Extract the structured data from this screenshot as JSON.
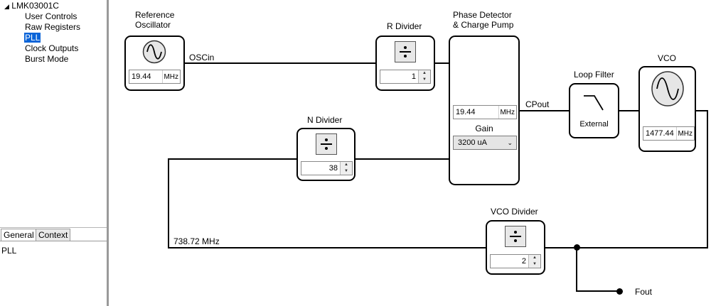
{
  "tree": {
    "root": "LMK03001C",
    "items": [
      "User Controls",
      "Raw Registers",
      "PLL",
      "Clock Outputs",
      "Burst Mode"
    ],
    "selected": "PLL"
  },
  "panel_tabs": [
    "General",
    "Context"
  ],
  "context_text": "PLL",
  "blocks": {
    "ref_osc": {
      "title": "Reference\nOscillator",
      "value": "19.44",
      "unit": "MHz"
    },
    "r_div": {
      "title": "R Divider",
      "value": "1"
    },
    "pd": {
      "title": "Phase Detector\n& Charge Pump",
      "value": "19.44",
      "unit": "MHz",
      "gain_label": "Gain",
      "gain_value": "3200 uA"
    },
    "loop_filter": {
      "title": "Loop Filter",
      "text": "External"
    },
    "vco": {
      "title": "VCO",
      "value": "1477.44",
      "unit": "MHz"
    },
    "n_div": {
      "title": "N Divider",
      "value": "38"
    },
    "vco_div": {
      "title": "VCO Divider",
      "value": "2"
    }
  },
  "signals": {
    "oscin": "OSCin",
    "cpout": "CPout",
    "feedback_freq": "738.72 MHz",
    "fout": "Fout"
  },
  "icons": {
    "sine": "sine-wave-icon",
    "divide": "divide-icon",
    "lowpass": "lowpass-filter-icon",
    "spin_up": "spin-up-icon",
    "spin_down": "spin-down-icon",
    "dropdown": "chevron-down-icon"
  }
}
